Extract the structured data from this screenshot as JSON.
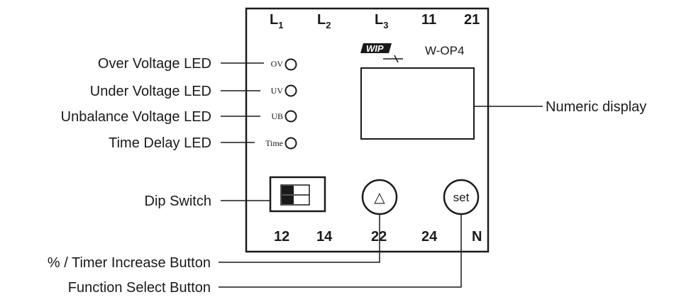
{
  "terminals_top": [
    {
      "main": "L",
      "sub": "1"
    },
    {
      "main": "L",
      "sub": "2"
    },
    {
      "main": "L",
      "sub": "3"
    },
    {
      "main": "11",
      "sub": ""
    },
    {
      "main": "21",
      "sub": ""
    }
  ],
  "terminals_bottom": [
    "12",
    "14",
    "22",
    "24",
    "N"
  ],
  "brand_logo": "WIP",
  "model": "W-OP4",
  "leds": [
    {
      "code": "OV",
      "label": "Over Voltage LED"
    },
    {
      "code": "UV",
      "label": "Under Voltage LED"
    },
    {
      "code": "UB",
      "label": "Unbalance Voltage LED"
    },
    {
      "code": "Time",
      "label": "Time Delay LED"
    }
  ],
  "labels": {
    "dip_switch": "Dip Switch",
    "numeric_display": "Numeric display",
    "increase_button": "% / Timer Increase Button",
    "function_button": "Function Select Button"
  },
  "buttons": {
    "increase_symbol": "△",
    "set": "set"
  }
}
